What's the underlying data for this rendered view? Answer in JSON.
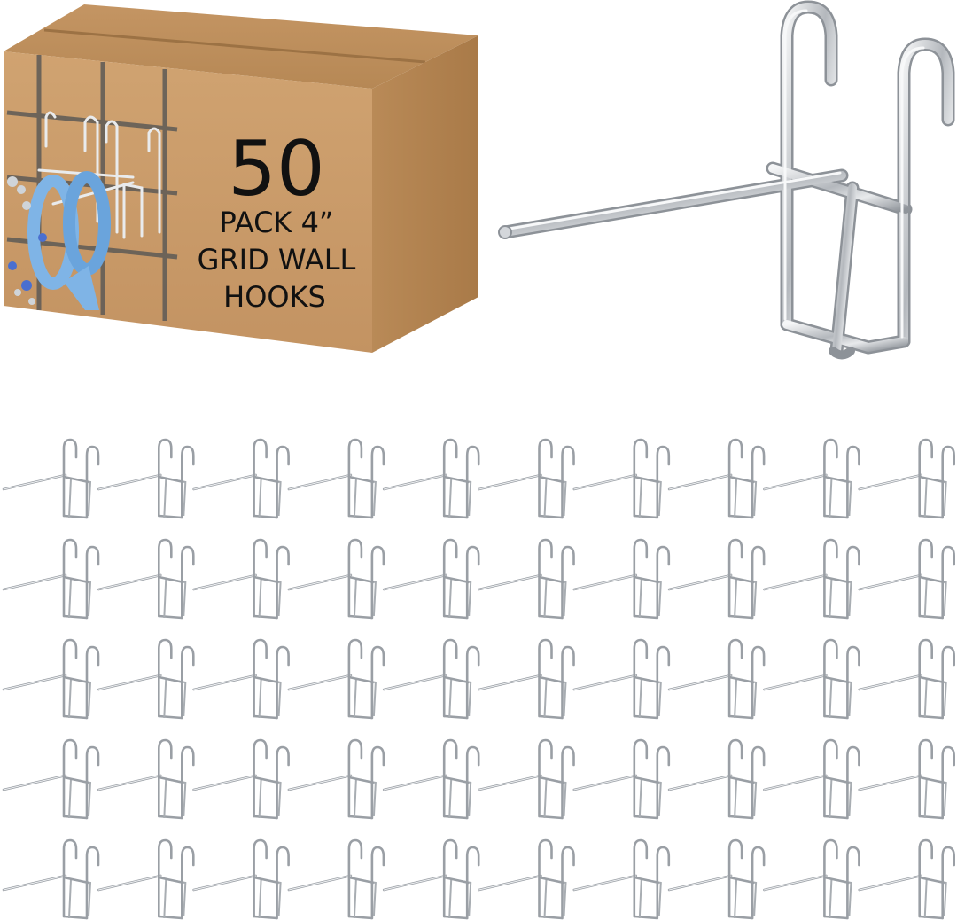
{
  "product_box": {
    "count": "50",
    "line1": "PACK 4”",
    "line2": "GRID WALL",
    "line3": "HOOKS"
  },
  "hook_grid": {
    "rows": 5,
    "columns": 10
  },
  "colors": {
    "background": "#ffffff",
    "box_front": "#c99a67",
    "box_top": "#b78a5a",
    "box_side": "#b2834f",
    "wire_chrome": "#b9bdc2",
    "scissor_blue": "#7fb4e6"
  }
}
